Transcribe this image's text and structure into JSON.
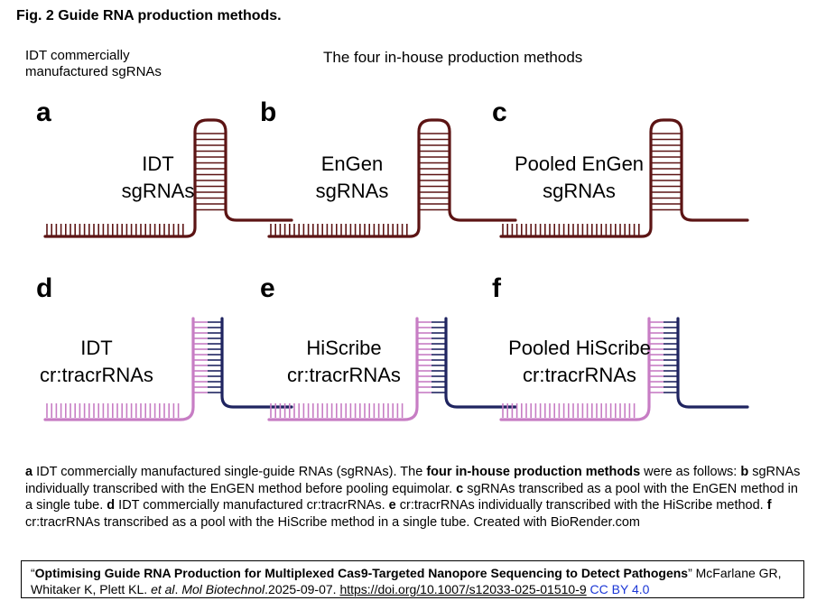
{
  "figure": {
    "title": "Fig. 2  Guide RNA production methods.",
    "group_label_commercial": "IDT commercially manufactured sgRNAs",
    "group_label_inhouse": "The four in-house production methods"
  },
  "panels": [
    {
      "letter": "a",
      "line1": "IDT",
      "line2": "sgRNAs",
      "type": "sgRNA"
    },
    {
      "letter": "b",
      "line1": "EnGen",
      "line2": "sgRNAs",
      "type": "sgRNA"
    },
    {
      "letter": "c",
      "line1": "Pooled EnGen",
      "line2": "sgRNAs",
      "type": "sgRNA"
    },
    {
      "letter": "d",
      "line1": "IDT",
      "line2": "cr:tracrRNAs",
      "type": "crtracr"
    },
    {
      "letter": "e",
      "line1": "HiScribe",
      "line2": "cr:tracrRNAs",
      "type": "crtracr"
    },
    {
      "letter": "f",
      "line1": "Pooled HiScribe",
      "line2": "cr:tracrRNAs",
      "type": "crtracr"
    }
  ],
  "colors": {
    "sgrna": "#5c1414",
    "crrna": "#c77dc4",
    "tracr": "#1f2460",
    "license": "#1a36d6"
  },
  "caption": {
    "a_letter": "a",
    "a_text": " IDT commercially manufactured single-guide RNAs (sgRNAs). The ",
    "bold_phrase": "four in-house production methods",
    "after_bold": " were as follows: ",
    "b_letter": "b",
    "b_text": " sgRNAs individually transcribed with the EnGEN method before pooling equimolar. ",
    "c_letter": "c",
    "c_text": " sgRNAs transcribed as a pool with the EnGEN method in a single tube. ",
    "d_letter": "d",
    "d_text": " IDT commercially manufactured cr:tracrRNAs. ",
    "e_letter": "e",
    "e_text": " cr:tracrRNAs individually transcribed with the HiScribe method. ",
    "f_letter": "f",
    "f_text": " cr:tracrRNAs transcribed as a pool with the HiScribe method in a single tube. Created with BioRender.com"
  },
  "citation": {
    "open_quote": "“",
    "title": "Optimising Guide RNA Production for Multiplexed Cas9-Targeted Nanopore Sequencing to Detect Pathogens",
    "close_quote": "”",
    "authors": " McFarlane GR, Whitaker K, Plett KL. ",
    "etal": "et al",
    "dot": ". ",
    "journal": "Mol Biotechnol",
    "date": ".2025-09-07. ",
    "doi": "https://doi.org/10.1007/s12033-025-01510-9",
    "space": " ",
    "license": "CC BY 4.0"
  }
}
